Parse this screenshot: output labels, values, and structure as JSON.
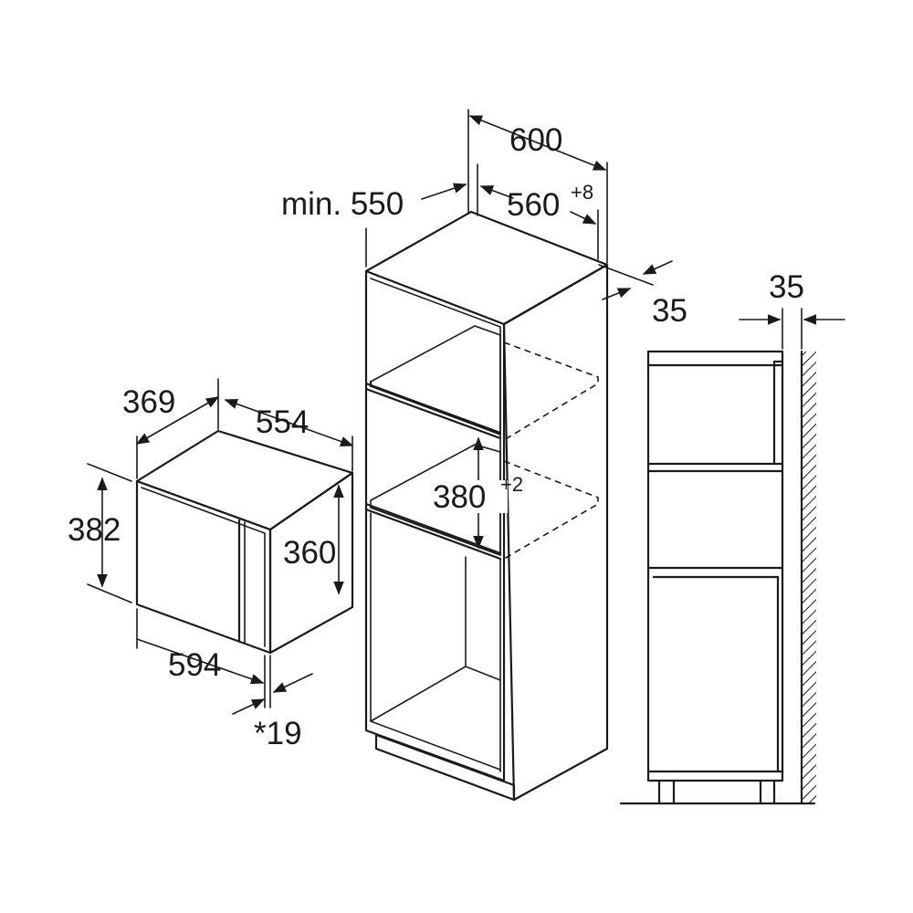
{
  "dimensions": {
    "cabinet_width": "600",
    "niche_min_depth": "min. 550",
    "niche_width": "560",
    "niche_width_tolerance": "+8",
    "back_gap": "35",
    "side_gap": "35",
    "niche_height": "380",
    "niche_height_tolerance": "+2",
    "device_depth": "369",
    "device_depth_body": "554",
    "device_height": "382",
    "device_body_height": "360",
    "device_width": "594",
    "front_panel_thickness": "*19"
  }
}
